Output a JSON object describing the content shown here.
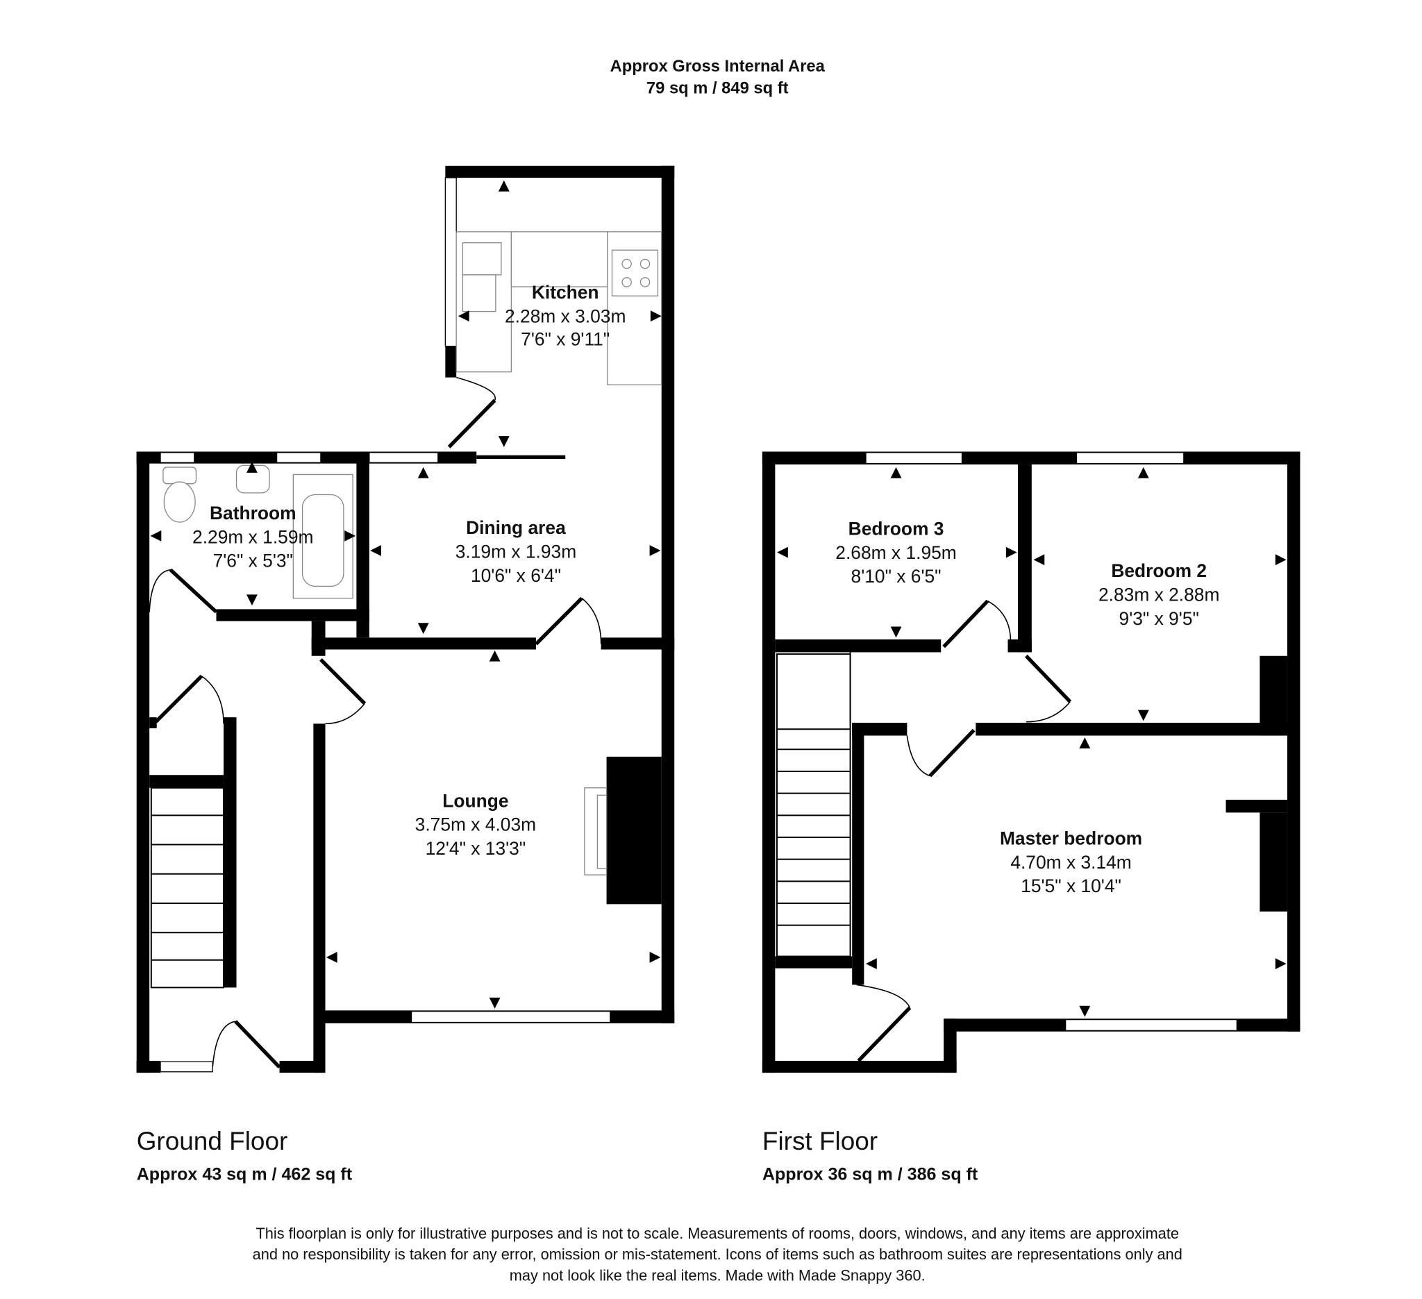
{
  "header": {
    "title": "Approx Gross Internal Area",
    "area": "79 sq m / 849 sq ft"
  },
  "floors": [
    {
      "name": "Ground Floor",
      "area": "Approx 43 sq m / 462 sq ft",
      "rooms": [
        {
          "name": "Kitchen",
          "metric": "2.28m x 3.03m",
          "imperial": "7'6\" x 9'11\""
        },
        {
          "name": "Bathroom",
          "metric": "2.29m x 1.59m",
          "imperial": "7'6\" x 5'3\""
        },
        {
          "name": "Dining area",
          "metric": "3.19m x 1.93m",
          "imperial": "10'6\" x 6'4\""
        },
        {
          "name": "Lounge",
          "metric": "3.75m x 4.03m",
          "imperial": "12'4\" x 13'3\""
        }
      ]
    },
    {
      "name": "First Floor",
      "area": "Approx 36 sq m / 386 sq ft",
      "rooms": [
        {
          "name": "Bedroom 3",
          "metric": "2.68m x 1.95m",
          "imperial": "8'10\" x 6'5\""
        },
        {
          "name": "Bedroom 2",
          "metric": "2.83m x 2.88m",
          "imperial": "9'3\" x 9'5\""
        },
        {
          "name": "Master bedroom",
          "metric": "4.70m x 3.14m",
          "imperial": "15'5\" x 10'4\""
        }
      ]
    }
  ],
  "disclaimer": [
    "This floorplan is only for illustrative purposes and is not to scale. Measurements of rooms, doors, windows, and any items are approximate",
    "and no responsibility is taken for any error, omission or mis-statement. Icons of items such as bathroom suites are representations only and",
    "may not look like the real items. Made with Made Snappy 360."
  ]
}
